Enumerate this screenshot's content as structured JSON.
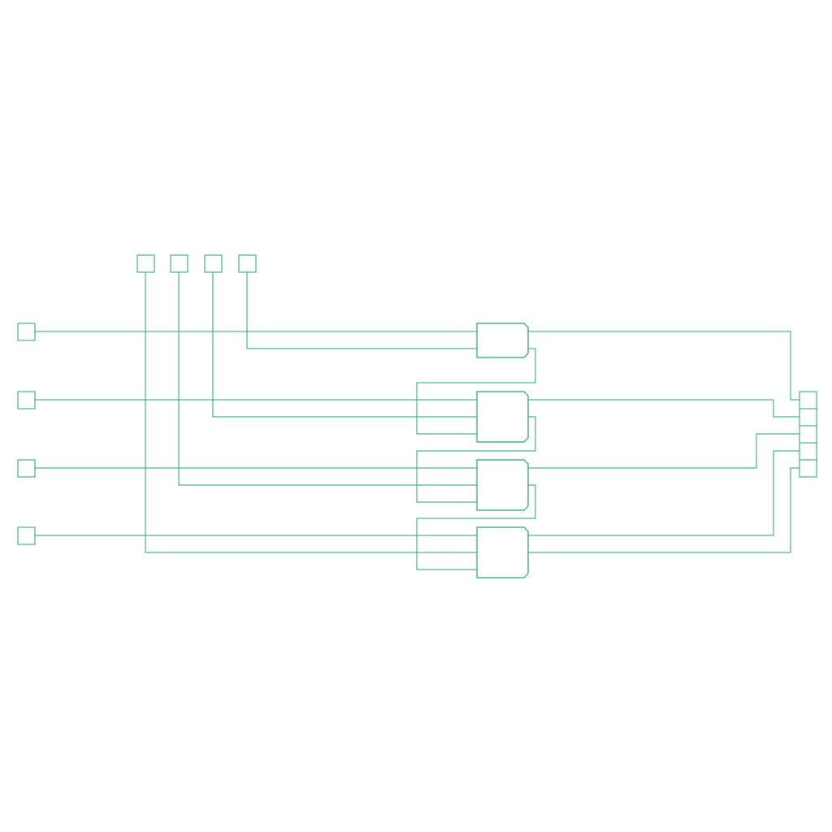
{
  "diagram": {
    "stroke_color": "#22aa66",
    "background": "#ffffff",
    "component_types": {
      "left_inputs": "input-pin",
      "top_inputs": "input-pin",
      "gates": "adder-block",
      "output": "output-bus"
    }
  }
}
